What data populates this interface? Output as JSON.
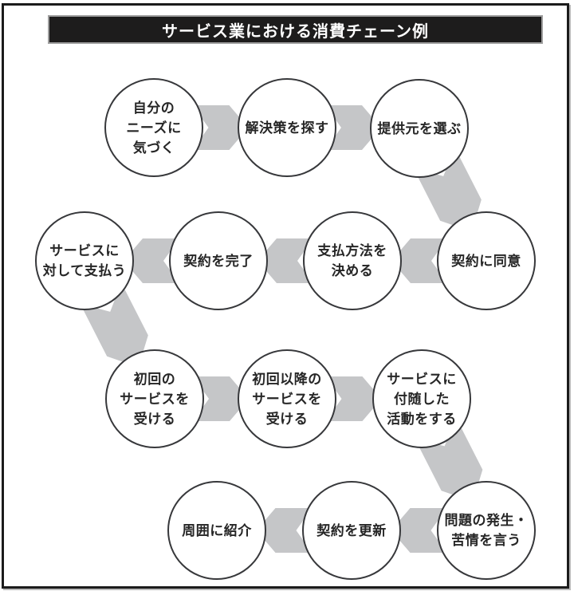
{
  "title": {
    "text": "サービス業における消費チェーン例"
  },
  "colors": {
    "frame_border": "#1b1b1b",
    "title_bg": "#1d1c1c",
    "title_text": "#ffffff",
    "title_outline": "#9e9e9e",
    "circle_fill": "#ffffff",
    "circle_border": "#37383b",
    "node_text": "#262626",
    "arrow": "#c5c6c8"
  },
  "nodes": [
    {
      "id": "notice-own-needs",
      "lines": [
        "自分の",
        "ニーズに",
        "気づく"
      ]
    },
    {
      "id": "search-solutions",
      "lines": [
        "解決策を探す"
      ]
    },
    {
      "id": "choose-provider",
      "lines": [
        "提供元を選ぶ"
      ]
    },
    {
      "id": "agree-contract",
      "lines": [
        "契約に同意"
      ]
    },
    {
      "id": "decide-payment-method",
      "lines": [
        "支払方法を",
        "決める"
      ]
    },
    {
      "id": "complete-contract",
      "lines": [
        "契約を完了"
      ]
    },
    {
      "id": "pay-for-service",
      "lines": [
        "サービスに",
        "対して支払う"
      ]
    },
    {
      "id": "receive-first-service",
      "lines": [
        "初回の",
        "サービスを",
        "受ける"
      ]
    },
    {
      "id": "receive-later-services",
      "lines": [
        "初回以降の",
        "サービスを",
        "受ける"
      ]
    },
    {
      "id": "service-related-activities",
      "lines": [
        "サービスに",
        "付随した",
        "活動をする"
      ]
    },
    {
      "id": "problem-complaint",
      "lines": [
        "問題の発生・",
        "苦情を言う"
      ]
    },
    {
      "id": "renew-contract",
      "lines": [
        "契約を更新"
      ]
    },
    {
      "id": "refer-to-others",
      "lines": [
        "周囲に紹介"
      ]
    }
  ],
  "flow_order": [
    "自分のニーズに気づく",
    "解決策を探す",
    "提供元を選ぶ",
    "契約に同意",
    "支払方法を決める",
    "契約を完了",
    "サービスに対して支払う",
    "初回のサービスを受ける",
    "初回以降のサービスを受ける",
    "サービスに付随した活動をする",
    "問題の発生・苦情を言う",
    "契約を更新",
    "周囲に紹介"
  ]
}
